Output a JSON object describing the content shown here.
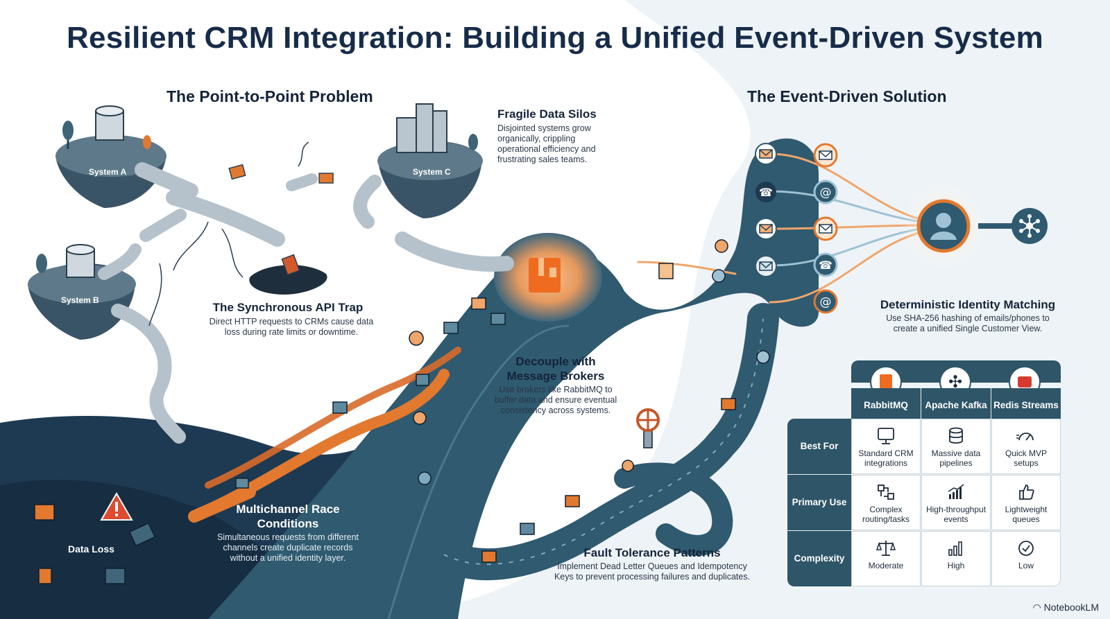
{
  "title": "Resilient CRM Integration: Building a Unified Event-Driven System",
  "sections": {
    "left": "The Point-to-Point Problem",
    "right": "The Event-Driven Solution"
  },
  "nodes": {
    "system_a": "System A",
    "system_b": "System B",
    "system_c": "System C",
    "data_loss": "Data Loss"
  },
  "callouts": {
    "silos": {
      "title": "Fragile Data Silos",
      "text": "Disjointed systems grow organically, crippling operational efficiency and frustrating sales teams."
    },
    "api_trap": {
      "title": "The Synchronous API Trap",
      "text": "Direct HTTP requests to CRMs cause data loss during rate limits or downtime."
    },
    "decouple": {
      "title": "Decouple with Message Brokers",
      "text": "Use brokers like RabbitMQ to buffer data and ensure eventual consistency across systems."
    },
    "race": {
      "title": "Multichannel Race Conditions",
      "text": "Simultaneous requests from different channels create duplicate records without a unified identity layer."
    },
    "identity": {
      "title": "Deterministic Identity Matching",
      "text": "Use SHA-256 hashing of emails/phones to create a unified Single Customer View."
    },
    "fault": {
      "title": "Fault Tolerance Patterns",
      "text": "Implement Dead Letter Queues and Idempotency Keys to prevent processing failures and duplicates."
    }
  },
  "table": {
    "columns": [
      "RabbitMQ",
      "Apache Kafka",
      "Redis Streams"
    ],
    "rows": [
      {
        "label": "Best For",
        "cells": [
          "Standard CRM integrations",
          "Massive data pipelines",
          "Quick MVP setups"
        ],
        "icons": [
          "monitor-icon",
          "database-icon",
          "speedometer-icon"
        ]
      },
      {
        "label": "Primary Use",
        "cells": [
          "Complex routing/tasks",
          "High-throughput events",
          "Lightweight queues"
        ],
        "icons": [
          "routing-icon",
          "bar-chart-icon",
          "thumbs-up-icon"
        ]
      },
      {
        "label": "Complexity",
        "cells": [
          "Moderate",
          "High",
          "Low"
        ],
        "icons": [
          "scale-icon",
          "bar-chart-icon",
          "check-circle-icon"
        ]
      }
    ]
  },
  "brand": "NotebookLM",
  "colors": {
    "navy": "#1f3c55",
    "teal": "#35607a",
    "orange": "#e2792f",
    "accent_red": "#c0392b"
  }
}
